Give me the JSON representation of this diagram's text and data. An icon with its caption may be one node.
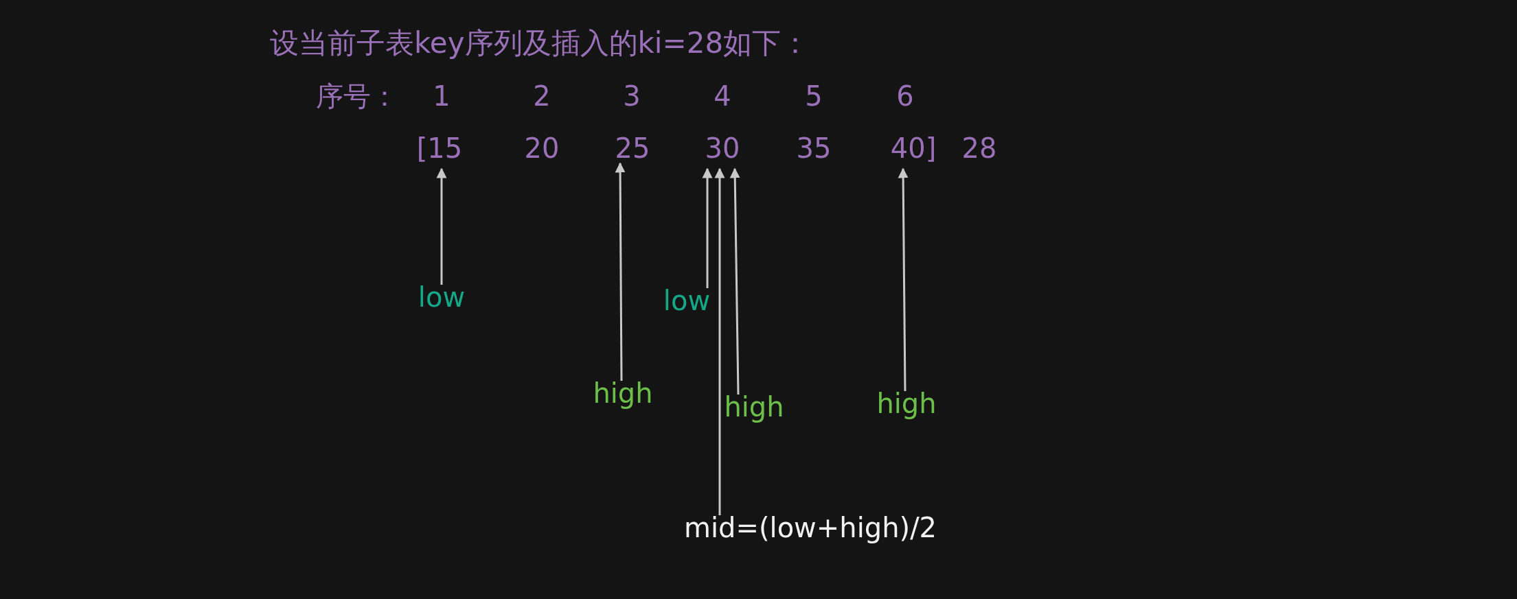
{
  "diagram": {
    "title": "设当前子表key序列及插入的ki=28如下：",
    "nodes": [
      {
        "text": [
          "[15"
        ]
      },
      {
        "text": [
          "25"
        ]
      },
      {
        "text": [
          "30"
        ]
      },
      {
        "text": [
          "40]"
        ]
      },
      {
        "text": [
          "low"
        ]
      },
      {
        "text": [
          "low"
        ]
      },
      {
        "text": [
          "high"
        ]
      },
      {
        "text": [
          "high"
        ]
      },
      {
        "text": [
          "high"
        ]
      },
      {
        "text": [
          "mid=(low+high)/2"
        ]
      }
    ],
    "edges": [
      {
        "from": 4,
        "to": 0,
        "arrow": "to"
      },
      {
        "from": 6,
        "to": 1,
        "arrow": "to"
      },
      {
        "from": 5,
        "to": 2,
        "arrow": "to"
      },
      {
        "from": 9,
        "to": 2,
        "arrow": "to"
      },
      {
        "from": 7,
        "to": 2,
        "arrow": "to"
      },
      {
        "from": 8,
        "to": 3,
        "arrow": "to"
      }
    ],
    "labels": [
      "序号：",
      "1",
      "2",
      "3",
      "4",
      "5",
      "6",
      "20",
      "35",
      "28"
    ]
  }
}
